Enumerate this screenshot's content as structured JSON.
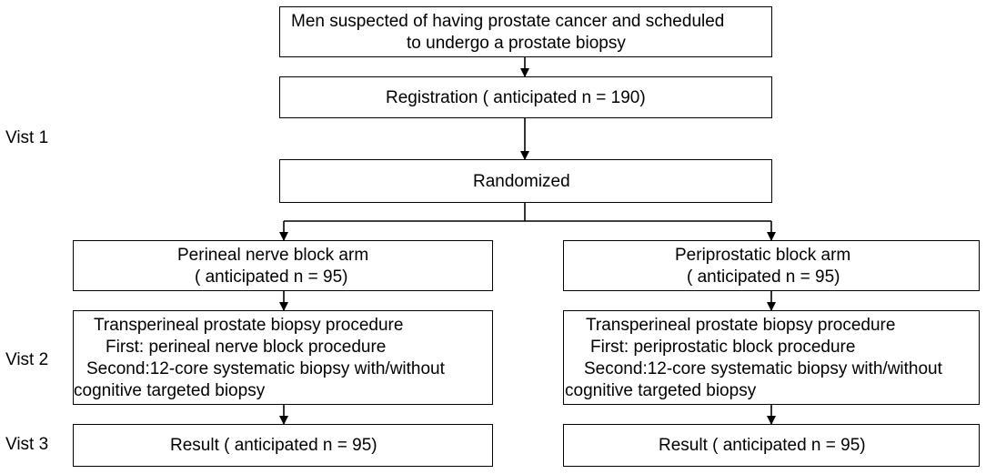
{
  "top_box": {
    "line1": "Men suspected of having prostate cancer and scheduled",
    "line2": "to undergo a prostate biopsy"
  },
  "registration": "Registration ( anticipated n = 190)",
  "randomized": "Randomized",
  "left_arm": {
    "title": "Perineal nerve block arm",
    "n": "( anticipated n = 95)",
    "procedure": {
      "line1": "Transperineal prostate biopsy procedure",
      "line2": "First: perineal nerve block procedure",
      "line3": "Second:12-core systematic biopsy with/without",
      "line4": "cognitive targeted biopsy"
    },
    "result": "Result ( anticipated n = 95)"
  },
  "right_arm": {
    "title": "Periprostatic block arm",
    "n": "( anticipated n = 95)",
    "procedure": {
      "line1": "Transperineal prostate biopsy procedure",
      "line2": "First: periprostatic block procedure",
      "line3": "Second:12-core systematic biopsy with/without",
      "line4": "cognitive targeted biopsy"
    },
    "result": "Result ( anticipated n = 95)"
  },
  "visits": {
    "v1": "Vist 1",
    "v2": "Vist 2",
    "v3": "Vist 3"
  }
}
